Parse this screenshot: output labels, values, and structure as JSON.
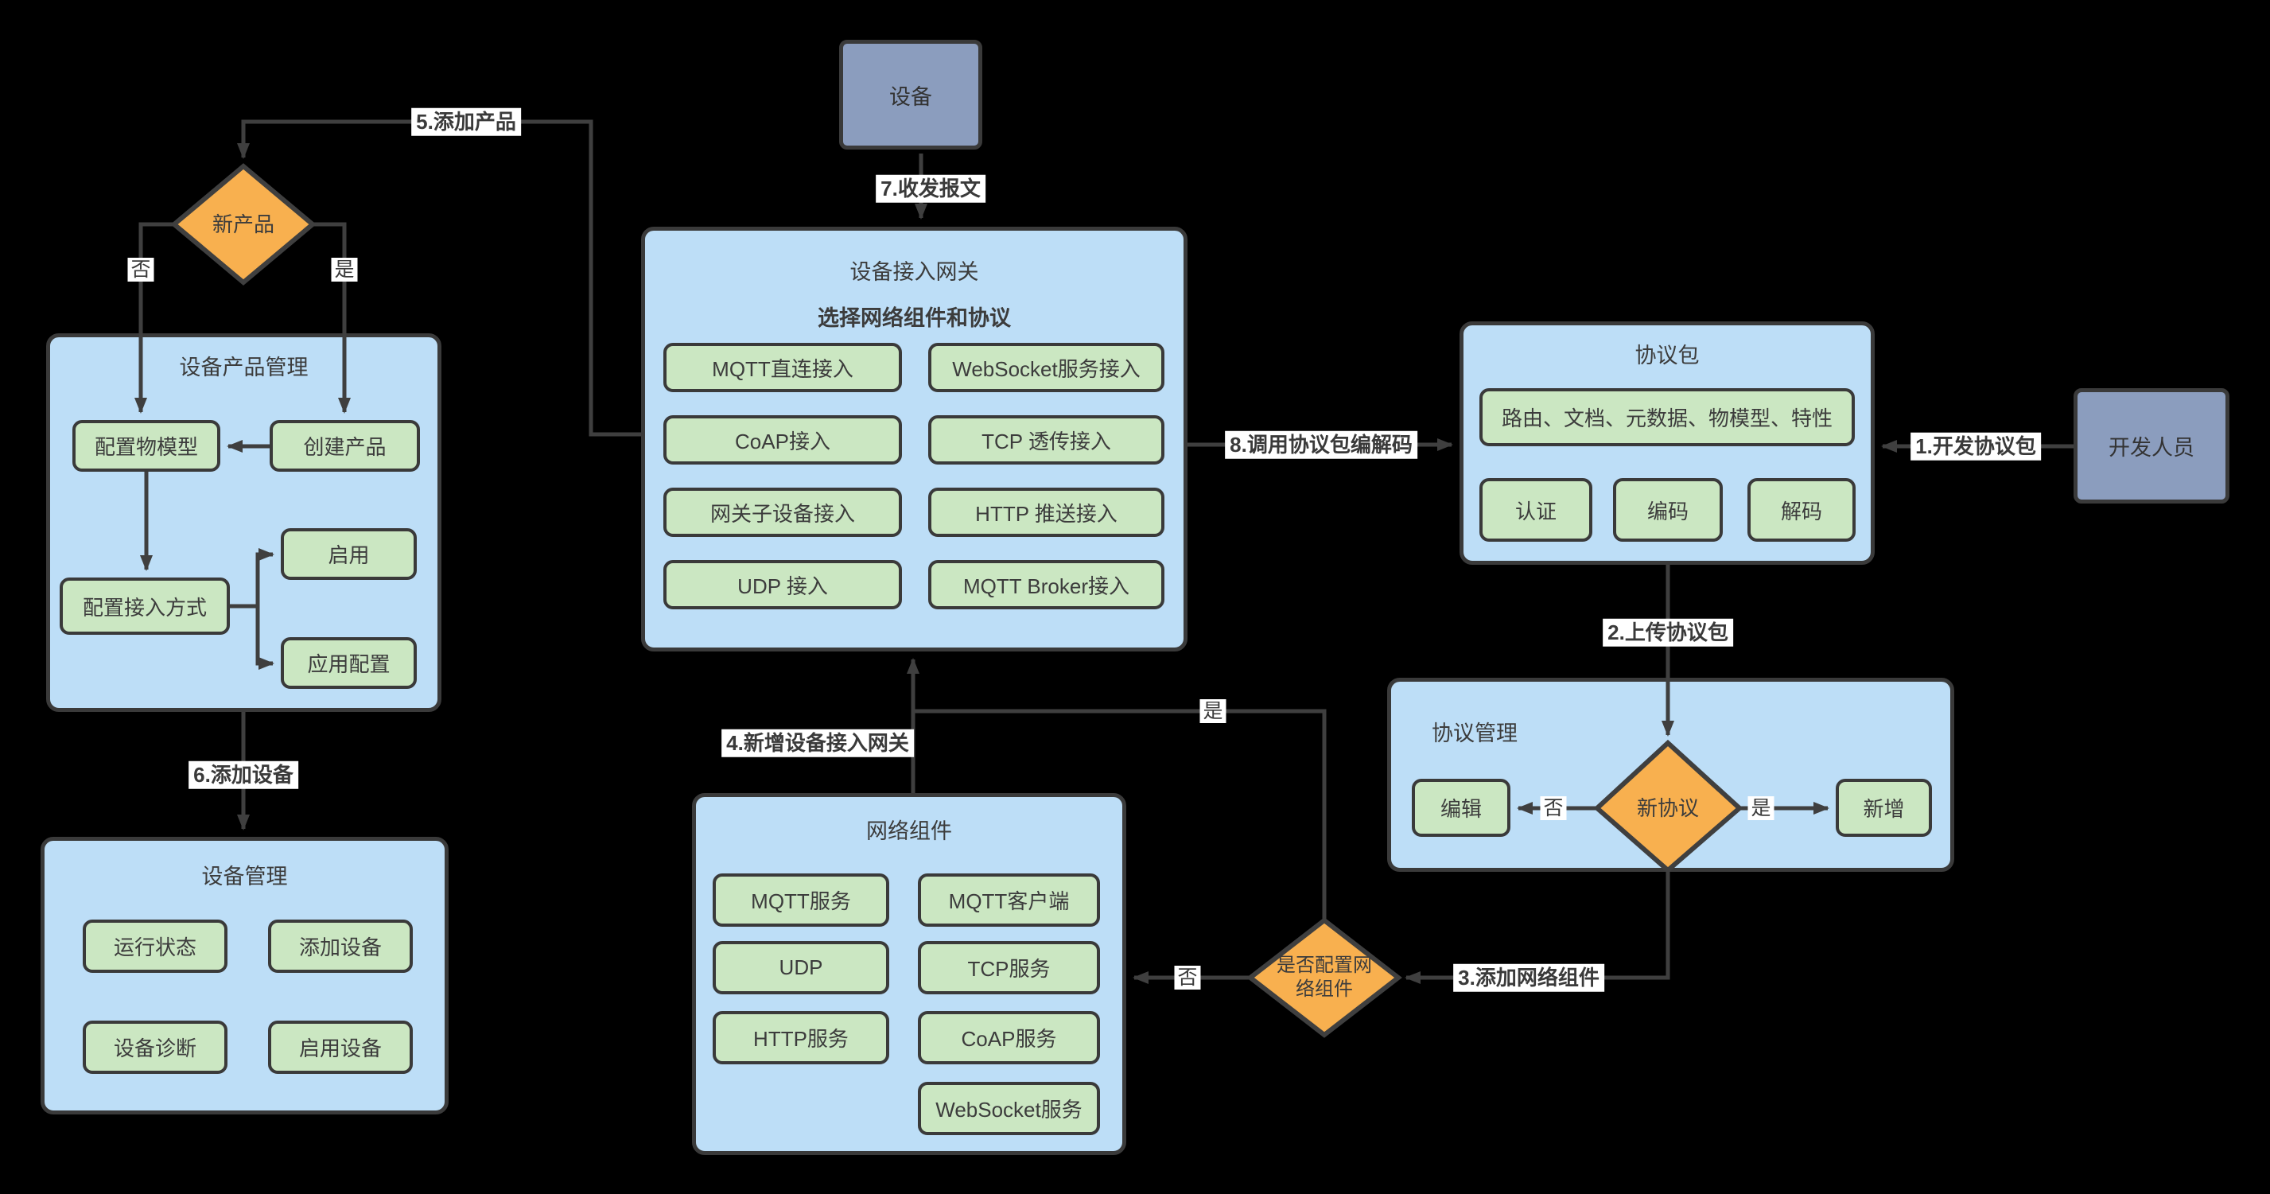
{
  "colors": {
    "background": "#000000",
    "panel_blue": "#BDDEF7",
    "button_green": "#CBE7C2",
    "node_bluegray": "#8B9DBE",
    "diamond_orange": "#F8B04F",
    "line_dark": "#3F3F3F",
    "text_dark": "#3C3C3C",
    "edge_label_bg": "#FFFFFF"
  },
  "nodes": {
    "device": {
      "label": "设备"
    },
    "developer": {
      "label": "开发人员"
    },
    "gateway": {
      "title": "设备接入网关",
      "subtitle": "选择网络组件和协议",
      "buttons": [
        "MQTT直连接入",
        "WebSocket服务接入",
        "CoAP接入",
        "TCP 透传接入",
        "网关子设备接入",
        "HTTP 推送接入",
        "UDP 接入",
        "MQTT Broker接入"
      ]
    },
    "product_mgmt": {
      "title": "设备产品管理",
      "config_model": "配置物模型",
      "create_product": "创建产品",
      "config_access": "配置接入方式",
      "enable": "启用",
      "app_config": "应用配置"
    },
    "device_mgmt": {
      "title": "设备管理",
      "buttons": [
        "运行状态",
        "添加设备",
        "设备诊断",
        "启用设备"
      ]
    },
    "protocol_pkg": {
      "title": "协议包",
      "wide_button": "路由、文档、元数据、物模型、特性",
      "buttons": [
        "认证",
        "编码",
        "解码"
      ]
    },
    "protocol_mgmt": {
      "title": "协议管理",
      "edit": "编辑",
      "add": "新增",
      "diamond": "新协议"
    },
    "network_comp": {
      "title": "网络组件",
      "buttons": [
        "MQTT服务",
        "MQTT客户端",
        "UDP",
        "TCP服务",
        "HTTP服务",
        "CoAP服务",
        "WebSocket服务"
      ]
    },
    "new_product_diamond": {
      "label": "新产品"
    },
    "config_network_diamond": {
      "line1": "是否配置网",
      "line2": "络组件"
    }
  },
  "edge_labels": {
    "e1": "1.开发协议包",
    "e2": "2.上传协议包",
    "e3": "3.添加网络组件",
    "e4": "4.新增设备接入网关",
    "e5": "5.添加产品",
    "e6": "6.添加设备",
    "e7": "7.收发报文",
    "e8": "8.调用协议包编解码",
    "yes_new_product": "是",
    "no_new_product": "否",
    "yes_new_protocol": "是",
    "no_new_protocol": "否",
    "yes_config_network": "是",
    "no_config_network": "否"
  }
}
